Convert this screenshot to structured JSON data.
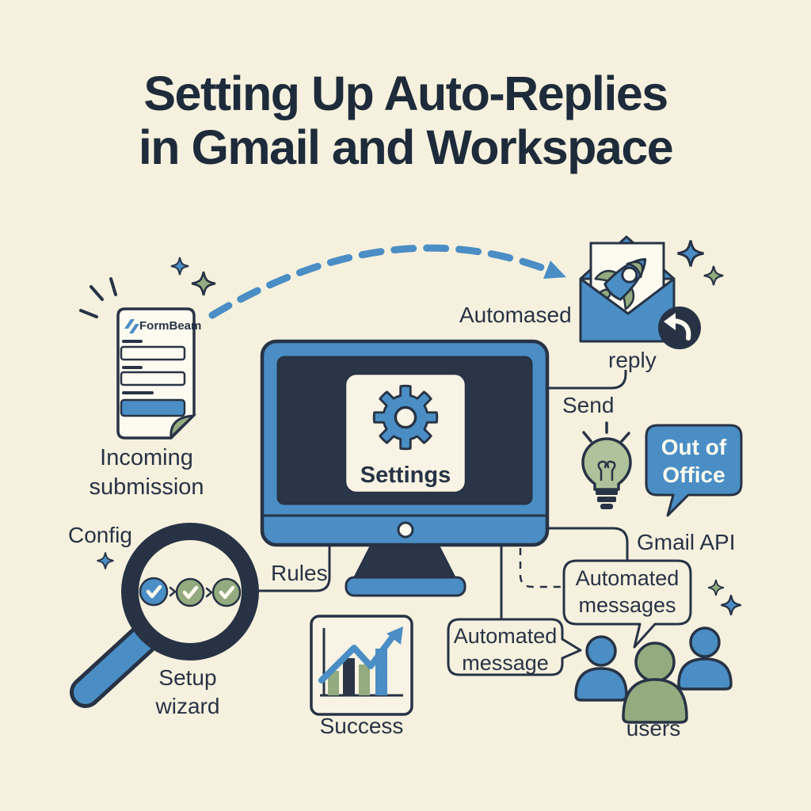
{
  "title": {
    "text": "Setting Up Auto-Replies\nin Gmail and Workspace"
  },
  "colors": {
    "background": "#f6f1de",
    "navy": "#273345",
    "blue": "#4a8ec5",
    "green": "#93ab7e",
    "bulb": "#aec29b",
    "card": "#f8f3e4",
    "paper": "#fdfbf0",
    "title": "#1d2b3a",
    "screen": "#2a3648"
  },
  "form": {
    "brand": "FormBeam",
    "caption": "Incoming\nsubmission"
  },
  "monitor": {
    "screen_label": "Settings"
  },
  "flow": {
    "automated": "Automased",
    "reply": "reply",
    "send": "Send"
  },
  "right_side": {
    "out_of_office": "Out of\nOffice",
    "gmail_api": "Gmail API"
  },
  "magnifier": {
    "config": "Config",
    "setup_wizard": "Setup\nwizard",
    "rules": "Rules"
  },
  "chart": {
    "caption": "Success"
  },
  "people": {
    "caption": "users"
  },
  "bubbles": {
    "automated_messages": "Automated\nmessages",
    "automated_message": "Automated\nmessage"
  },
  "icons": [
    "sparkle-icon",
    "form-document-icon",
    "dashed-flow-arrow",
    "envelope-icon",
    "rocket-icon",
    "reply-arrow-icon",
    "lightbulb-icon",
    "speech-bubble-icon",
    "monitor-icon",
    "gear-icon",
    "magnifier-icon",
    "check-circle-icon",
    "bar-chart-icon",
    "growth-arrow-icon",
    "user-icon"
  ]
}
